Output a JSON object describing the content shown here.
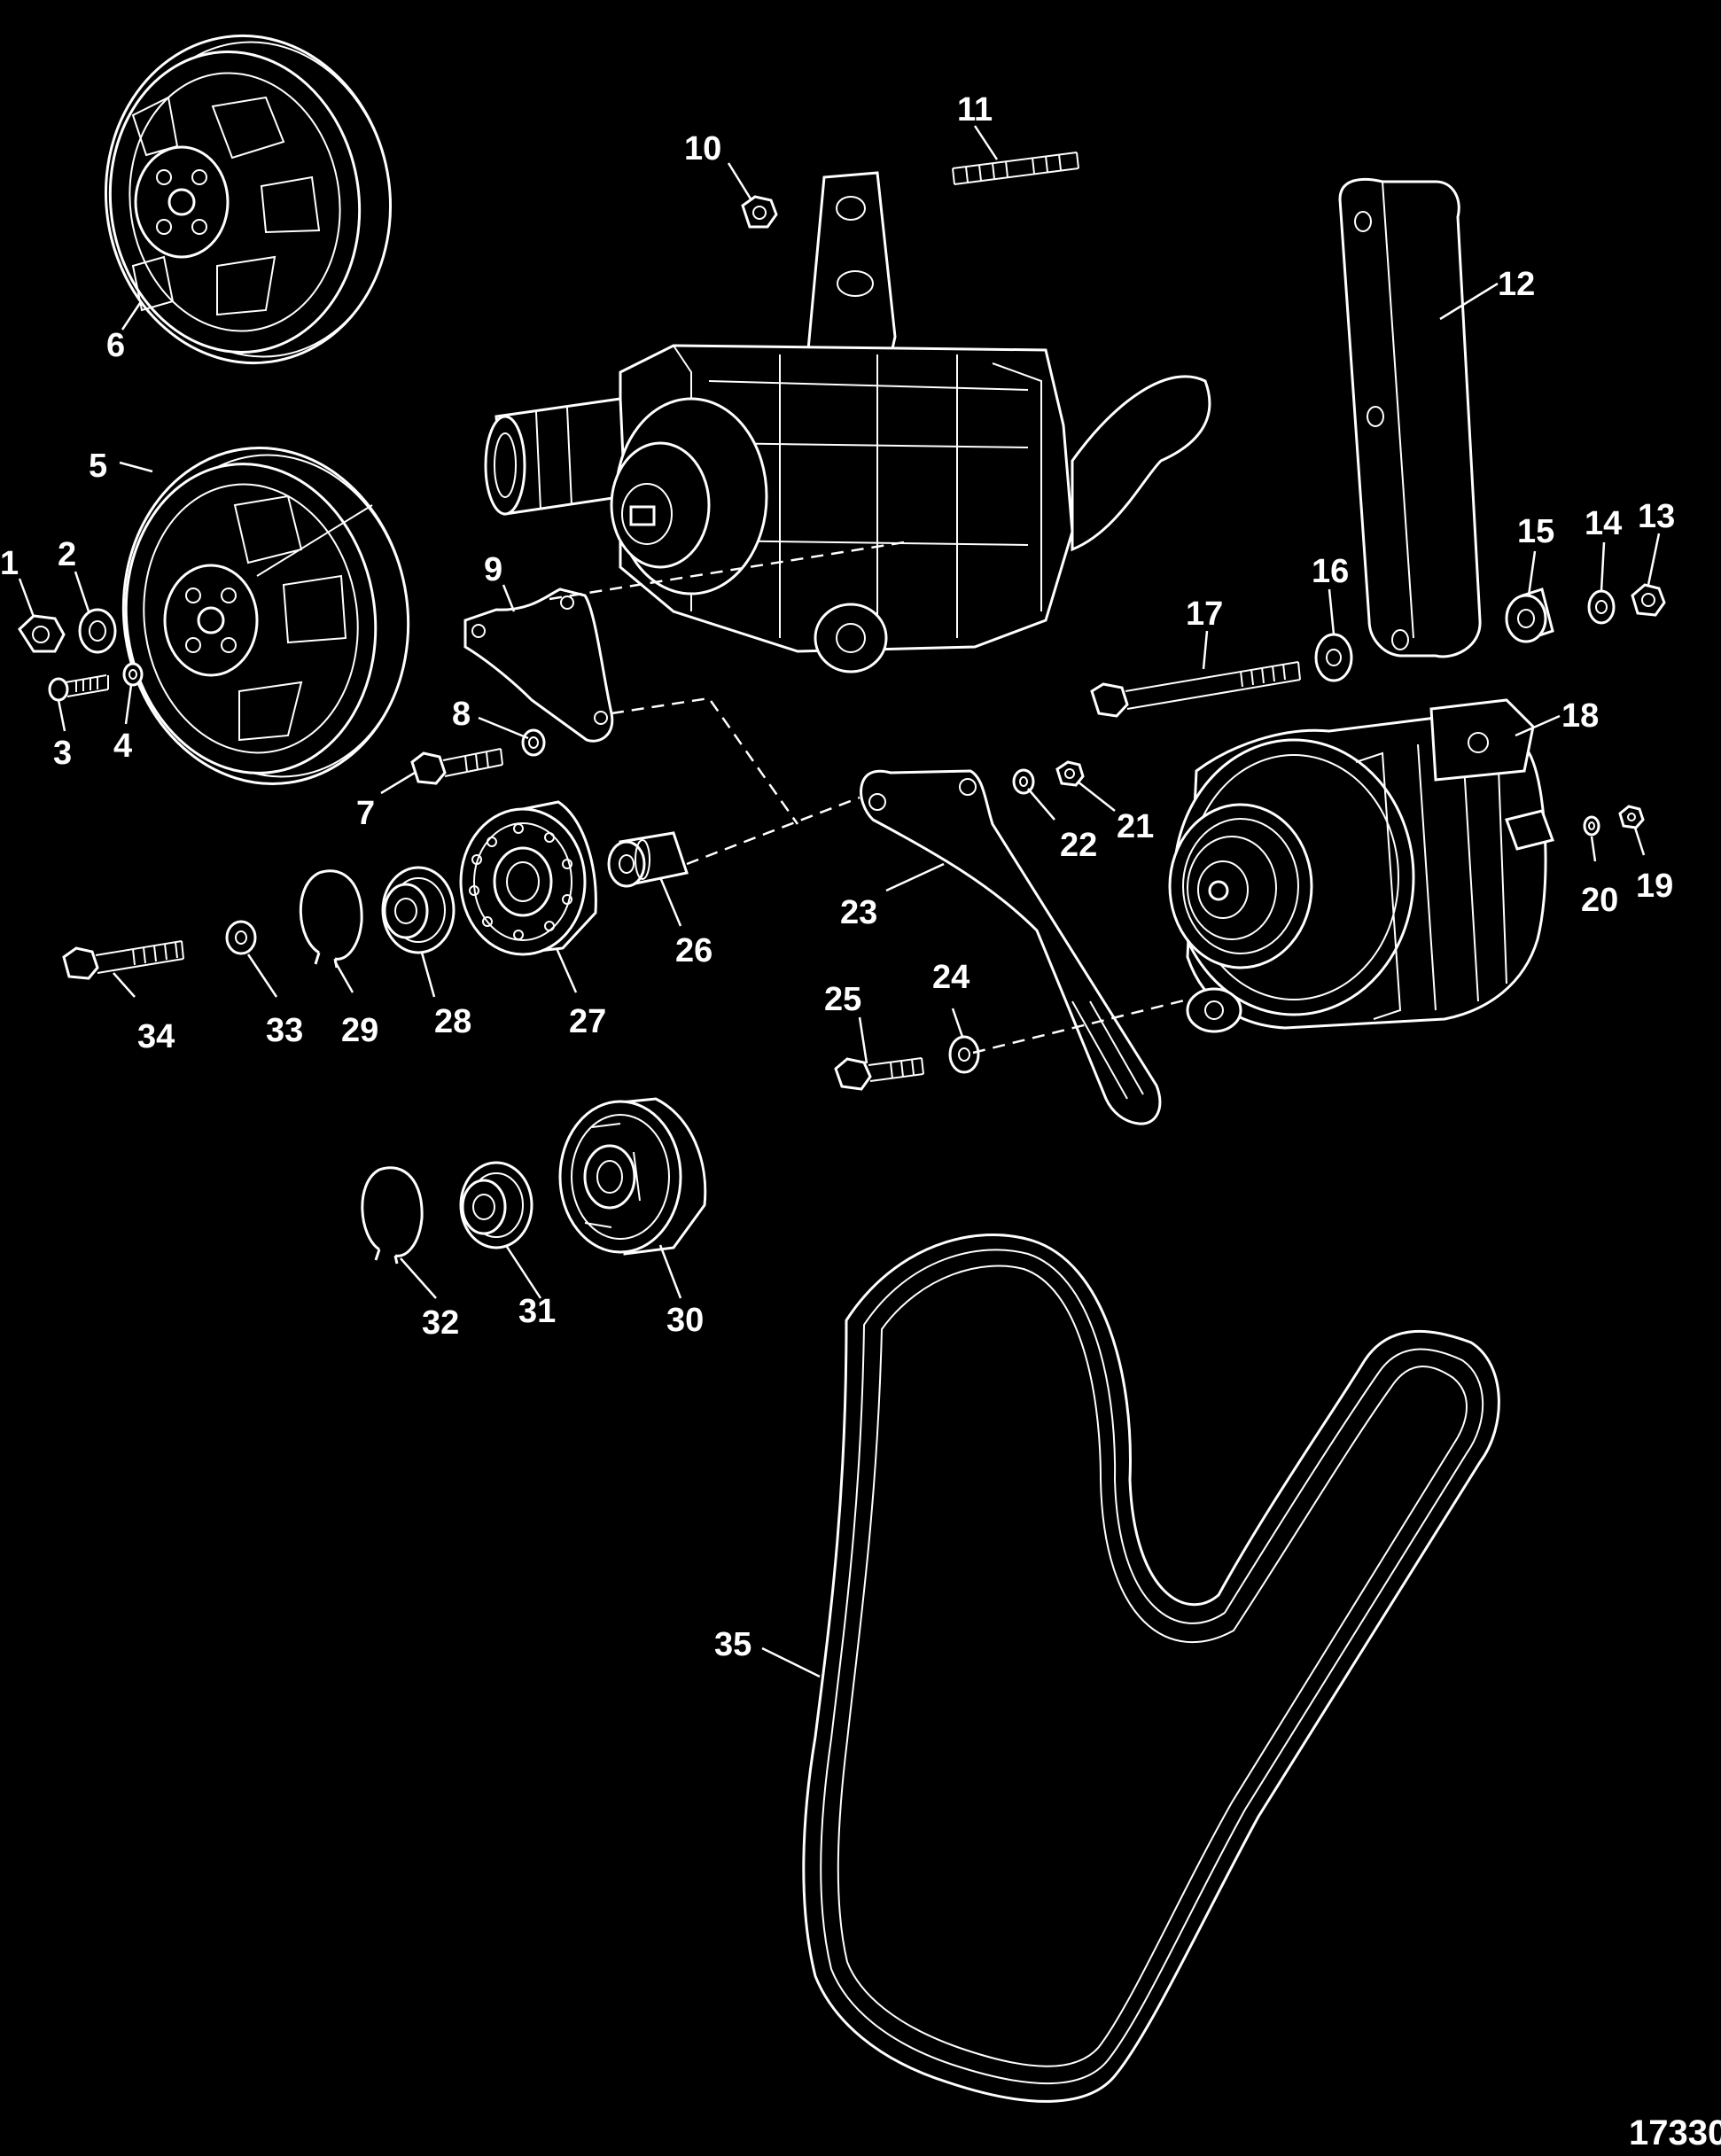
{
  "diagram": {
    "figure_number": "17330",
    "background_color": "#000000",
    "line_color": "#ffffff",
    "callouts": [
      "1",
      "2",
      "3",
      "4",
      "5",
      "6",
      "7",
      "8",
      "9",
      "10",
      "11",
      "12",
      "13",
      "14",
      "15",
      "16",
      "17",
      "18",
      "19",
      "20",
      "21",
      "22",
      "23",
      "24",
      "25",
      "26",
      "27",
      "28",
      "29",
      "30",
      "31",
      "32",
      "33",
      "34",
      "35"
    ]
  }
}
